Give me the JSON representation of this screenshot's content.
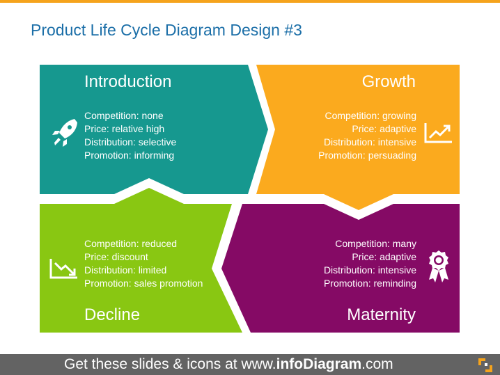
{
  "title": "Product Life Cycle Diagram Design #3",
  "colors": {
    "accent_top": "#f5a31c",
    "title": "#1c6fa8",
    "introduction": "#16988f",
    "growth": "#fbaa1e",
    "decline": "#89c712",
    "maturity": "#850a65",
    "footer": "#636363"
  },
  "stages": {
    "introduction": {
      "title": "Introduction",
      "icon": "rocket-icon",
      "items": [
        "Competition: none",
        "Price: relative high",
        "Distribution: selective",
        "Promotion: informing"
      ]
    },
    "growth": {
      "title": "Growth",
      "icon": "trend-up-icon",
      "items": [
        "Competition: growing",
        "Price: adaptive",
        "Distribution: intensive",
        "Promotion: persuading"
      ]
    },
    "decline": {
      "title": "Decline",
      "icon": "trend-down-icon",
      "items": [
        "Competition: reduced",
        "Price: discount",
        "Distribution: limited",
        "Promotion: sales promotion"
      ]
    },
    "maturity": {
      "title": "Maternity",
      "icon": "award-ribbon-icon",
      "items": [
        "Competition: many",
        "Price: adaptive",
        "Distribution: intensive",
        "Promotion: reminding"
      ]
    }
  },
  "footer": {
    "prefix": "Get these slides & icons at www.",
    "brand": "infoDiagram",
    "suffix": ".com",
    "logo_icon": "infodiagram-logo-icon"
  }
}
